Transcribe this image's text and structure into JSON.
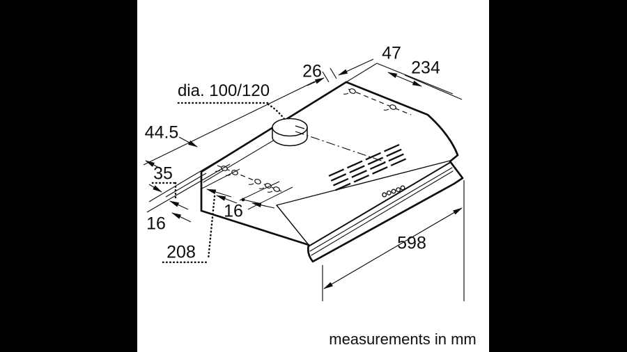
{
  "colors": {
    "background": "#000000",
    "panel": "#ffffff",
    "line": "#0d0d0d"
  },
  "labels": {
    "duct_diameter": "dia. 100/120",
    "dim_26": "26",
    "dim_47": "47",
    "dim_234": "234",
    "dim_44_5": "44.5",
    "dim_35": "35",
    "dim_16_left": "16",
    "dim_16_mid": "16",
    "dim_208": "208",
    "dim_598": "598"
  },
  "footer": {
    "note": "measurements in mm"
  },
  "drawing": {
    "unit": "mm",
    "duct_diameter_options": [
      100,
      120
    ],
    "hood_width": 598,
    "top_mounting_dims": [
      26,
      47,
      234
    ],
    "rear_mounting_dims": [
      44.5,
      35,
      16,
      16,
      208
    ],
    "control_button_count": 5,
    "rear_keyhole_count": 5,
    "top_hole_count": 2
  }
}
